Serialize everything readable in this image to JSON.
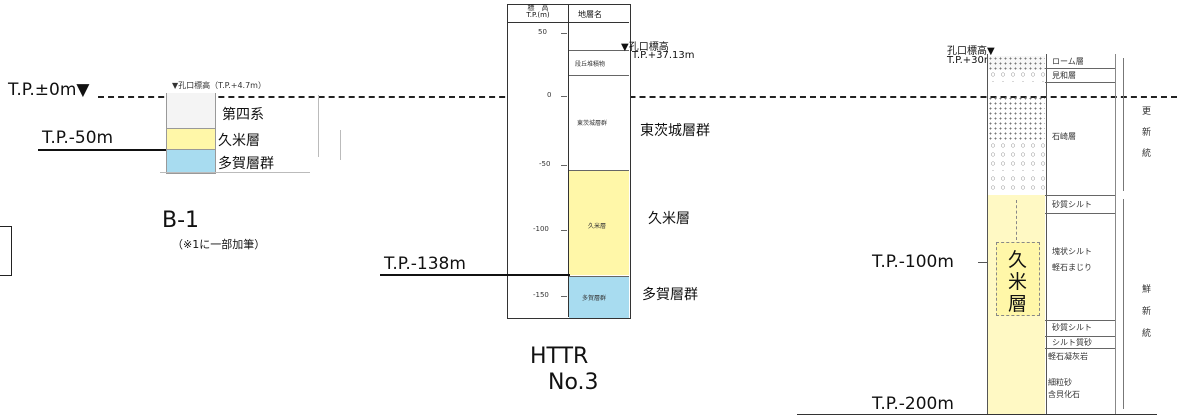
{
  "common": {
    "datum_label": "T.P.±0m▼"
  },
  "b1": {
    "collar_label": "▼孔口標高（T.P.+4.7m）",
    "level_label": "T.P.-50m",
    "layers": [
      "第四系",
      "久米層",
      "多賀層群"
    ],
    "title": "B-1",
    "note": "（※1に一部加筆）"
  },
  "httr": {
    "header_elev": "標　高\nT.P.(m)",
    "header_name": "地層名",
    "ticks": [
      "50",
      "0",
      "-50",
      "-100",
      "-150"
    ],
    "collar_label": "▼孔口標高",
    "collar_value": "T.P.+37.13m",
    "inner_layers": [
      "段丘堆積物",
      "東茨城層群",
      "久米層",
      "多賀層群"
    ],
    "outer_layers": [
      "東茨城層群",
      "久米層",
      "多賀層群"
    ],
    "level_label": "T.P.-138m",
    "title_line1": "HTTR",
    "title_line2": "No.3"
  },
  "col3": {
    "collar_label": "孔口標高▼",
    "collar_value": "T.P.+30m",
    "layers_right": [
      "ローム層",
      "見和層",
      "石崎層",
      "砂質シルト",
      "塊状シルト",
      "軽石まじり",
      "砂質シルト",
      "シルト質砂",
      "軽石凝灰岩",
      "細粒砂",
      "含貝化石"
    ],
    "epochs": [
      "更",
      "新",
      "統",
      "鮮",
      "新",
      "統"
    ],
    "kume_chars": [
      "久",
      "米",
      "層"
    ],
    "level_100": "T.P.-100m",
    "level_200": "T.P.-200m"
  },
  "colors": {
    "kume_yellow": "#fff7a8",
    "taga_blue": "#a8dcf0"
  }
}
